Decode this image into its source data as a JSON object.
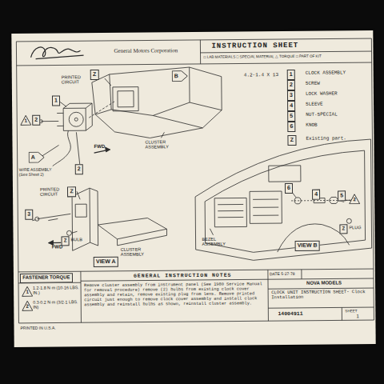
{
  "diagram": {
    "nodes": [
      {
        "text": [
          "1",
          "CLOCK ASSEMBLY"
        ]
      },
      {
        "text": [
          "2",
          "SCREW"
        ]
      },
      {
        "text": [
          "3",
          "LOCK WASHER"
        ]
      },
      {
        "text": [
          "4",
          "SLEEVE"
        ]
      },
      {
        "text": [
          "5",
          "NUT-SPECIAL"
        ]
      },
      {
        "text": [
          "6",
          "KNOB"
        ]
      },
      {
        "text": [
          "Z",
          "Existing part."
        ]
      },
      {
        "text": [
          "Z"
        ]
      },
      {
        "text": [
          "B"
        ]
      },
      {
        "text": [
          "1"
        ]
      },
      {
        "text": [
          "1"
        ]
      },
      {
        "text": [
          "2"
        ]
      },
      {
        "text": [
          "A"
        ]
      },
      {
        "text": [
          "2"
        ]
      },
      {
        "text": [
          "Z"
        ]
      },
      {
        "text": [
          "3"
        ]
      },
      {
        "text": [
          "Z"
        ]
      },
      {
        "text": [
          "VIEW A"
        ]
      },
      {
        "text": [
          "6"
        ]
      },
      {
        "text": [
          "4"
        ]
      },
      {
        "text": [
          "5"
        ]
      },
      {
        "text": [
          "2"
        ]
      },
      {
        "text": [
          "Z"
        ]
      },
      {
        "text": [
          "VIEW B"
        ]
      },
      {
        "text": [
          "FASTENER TORQUE"
        ]
      },
      {
        "text": [
          "1"
        ]
      },
      {
        "text": [
          "2"
        ]
      }
    ],
    "labels": [
      "General Motors Corporation",
      "INSTRUCTION SHEET",
      "□ LAB MATERIALS □ SPECIAL MATERIAL △ TORQUE □ PART OF KIT",
      "4.2-1.4 X 13",
      "PRINTED CIRCUIT",
      "CLUSTER ASSEMBLY",
      "FWD",
      "WIRE ASSEMBLY (See Sheet 2)",
      "PRINTED CIRCUIT",
      "FWD",
      "BULB",
      "CLUSTER ASSEMBLY",
      "BEZEL ASSEMBLY",
      "PLUG",
      "1.2-1.8 N·m (10-16 LBS. IN.)",
      "0.3-0.2 N·m (3/2-1 LBS. IN)",
      "GENERAL INSTRUCTION NOTES",
      "Remove cluster assembly from instrument panel (See 1980 Service Manual for removal procedure) remove (2) bulbs from existing clock cover assembly and retain, remove existing plug from lens. Remove printed circuit just enough to remove clock cover assembly and install clock assembly and reinstall bulbs as shown, reinstall cluster assembly.",
      "DATE 5-27-78",
      "NOVA MODELS",
      "CLOCK UNIT INSTRUCTION SHEET- Clock Installation",
      "14004911",
      "SHEET",
      "1",
      "PRINTED IN U.S.A."
    ]
  }
}
